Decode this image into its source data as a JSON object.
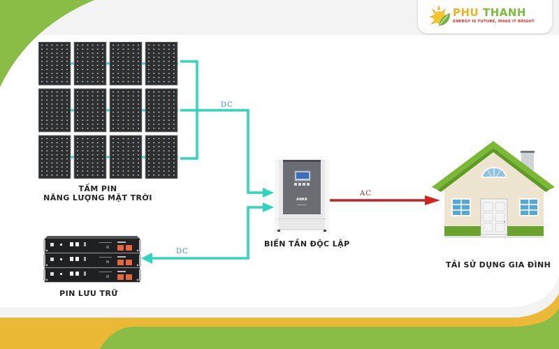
{
  "brand": {
    "name_part1": "PHU",
    "name_part2": "THANH",
    "tagline": "ENERGY IS FUTURE, MAKE IT BRIGHT",
    "colors": {
      "yellow": "#f0b31e",
      "green": "#7cbd3a",
      "red": "#e0332b"
    }
  },
  "diagram": {
    "title": "Off-grid solar system diagram",
    "components": {
      "solar_panels": {
        "label_line1": "TẤM PIN",
        "label_line2": "NĂNG LƯỢNG MẶT TRỜI",
        "rows": 3,
        "cols": 4
      },
      "inverter": {
        "label": "BIẾN TẦN ĐỘC LẬP",
        "brand_mark": "ANKA"
      },
      "house": {
        "label": "TẢI SỬ DỤNG GIA ĐÌNH"
      },
      "battery": {
        "label": "PIN LƯU TRỮ",
        "units": 3
      }
    },
    "flows": [
      {
        "from": "solar_panels",
        "to": "inverter",
        "label": "DC",
        "color": "#2ed6bd"
      },
      {
        "from": "inverter",
        "to": "battery",
        "label": "DC",
        "color": "#2ed6bd"
      },
      {
        "from": "inverter",
        "to": "house",
        "label": "AC",
        "color": "#c8201f"
      }
    ]
  },
  "background": {
    "accent_green": "#8abd45",
    "accent_yellow": "#ecb937",
    "page_grey": "#f3f3f3"
  }
}
